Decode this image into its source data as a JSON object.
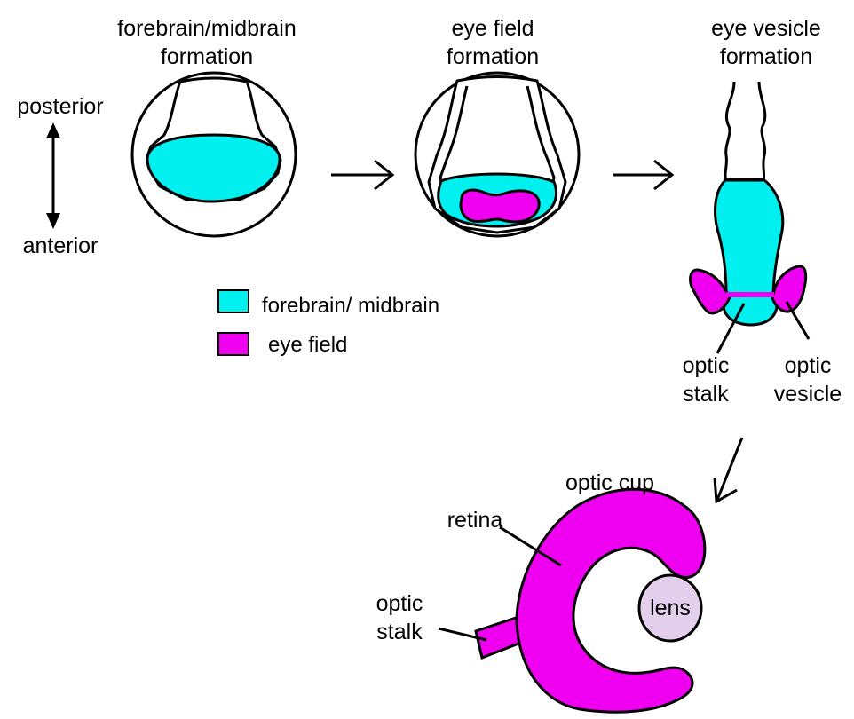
{
  "colors": {
    "forebrain_midbrain": "#00F0F0",
    "eye_field": "#F000F0",
    "lens": "#E4D0EC",
    "outline": "#000000"
  },
  "stages": {
    "stage1": {
      "line1": "forebrain/midbrain",
      "line2": "formation"
    },
    "stage2": {
      "line1": "eye field",
      "line2": "formation"
    },
    "stage3": {
      "line1": "eye vesicle",
      "line2": "formation"
    }
  },
  "axis": {
    "top": "posterior",
    "bottom": "anterior"
  },
  "legend": [
    {
      "label": "forebrain/ midbrain",
      "color_key": "forebrain_midbrain"
    },
    {
      "label": "eye field",
      "color_key": "eye_field"
    }
  ],
  "vesicle_labels": {
    "stalk": {
      "line1": "optic",
      "line2": "stalk"
    },
    "vesicle": {
      "line1": "optic",
      "line2": "vesicle"
    }
  },
  "cup_labels": {
    "title": "optic cup",
    "retina": "retina",
    "lens": "lens",
    "stalk": {
      "line1": "optic",
      "line2": "stalk"
    }
  }
}
